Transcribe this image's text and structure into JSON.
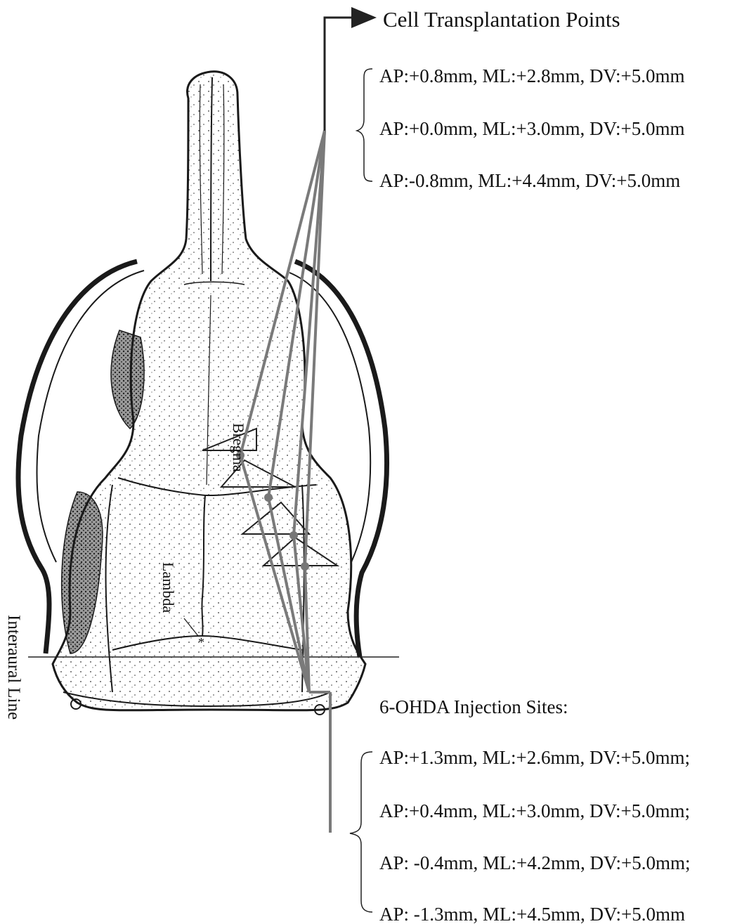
{
  "cell_transplantation": {
    "title": "Cell Transplantation Points",
    "points": [
      "AP:+0.8mm, ML:+2.8mm, DV:+5.0mm",
      "AP:+0.0mm, ML:+3.0mm, DV:+5.0mm",
      "AP:-0.8mm, ML:+4.4mm, DV:+5.0mm"
    ]
  },
  "injection": {
    "title": "6-OHDA Injection Sites:",
    "sites": [
      "AP:+1.3mm, ML:+2.6mm, DV:+5.0mm;",
      "AP:+0.4mm, ML:+3.0mm, DV:+5.0mm;",
      "AP: -0.4mm, ML:+4.2mm, DV:+5.0mm;",
      "AP: -1.3mm, ML:+4.5mm, DV:+5.0mm"
    ]
  },
  "skull_labels": {
    "bregma": "Bregma",
    "lambda": "Lambda",
    "interaural": "Interaural Line"
  },
  "colors": {
    "line": "#7a7a7a",
    "point": "#777777",
    "ink": "#111111"
  }
}
